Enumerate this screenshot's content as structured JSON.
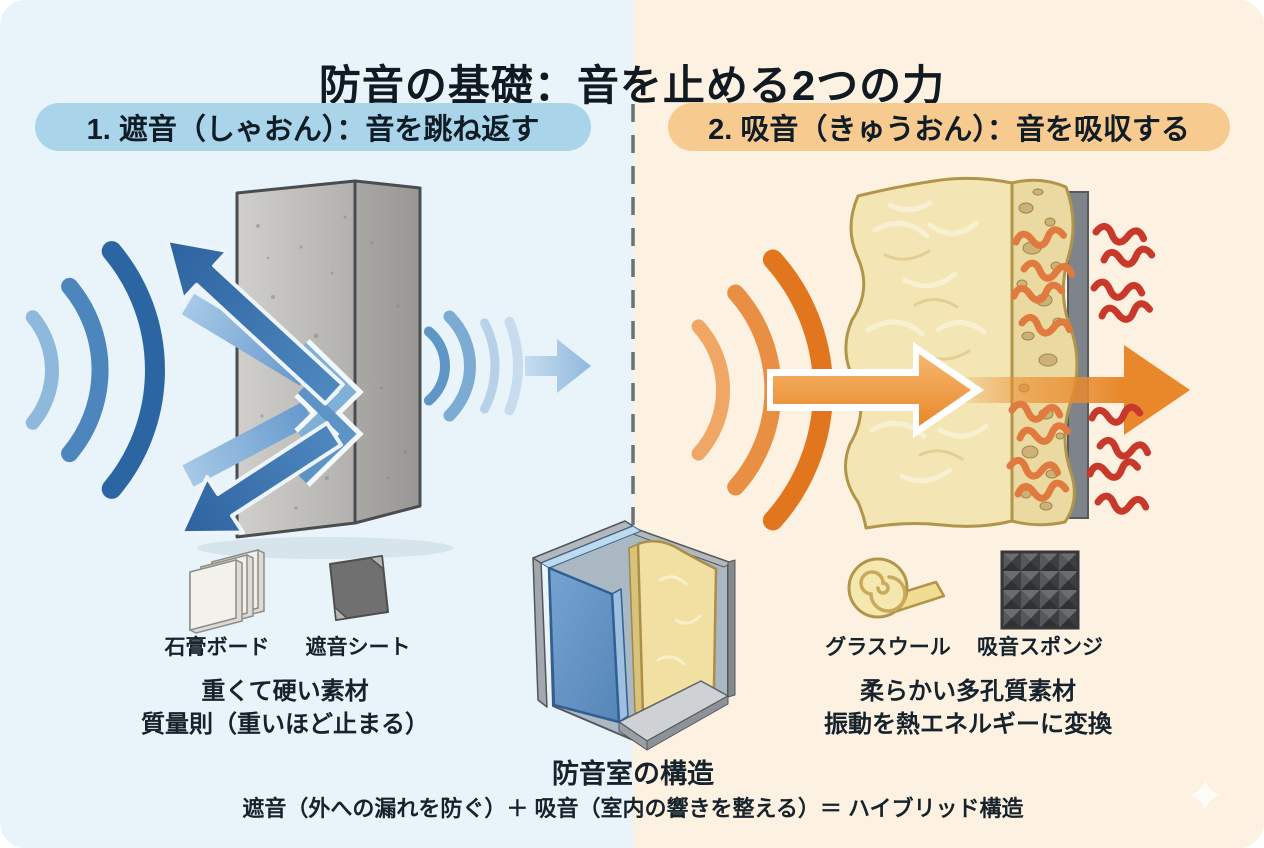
{
  "infographic": {
    "title": "防音の基礎：音を止める2つの力",
    "left_panel": {
      "heading": "1. 遮音（しゃおん）：音を跳ね返す",
      "illustration": "sound-waves-reflected-by-concrete-wall",
      "materials": [
        {
          "label": "石膏ボード",
          "icon": "gypsum-board-icon"
        },
        {
          "label": "遮音シート",
          "icon": "sound-barrier-sheet-icon"
        }
      ],
      "description_line1": "重くて硬い素材",
      "description_line2": "質量則（重いほど止まる）"
    },
    "right_panel": {
      "heading": "2. 吸音（きゅうおん）：音を吸収する",
      "illustration": "sound-waves-absorbed-by-porous-material-heat",
      "materials": [
        {
          "label": "グラスウール",
          "icon": "glass-wool-icon"
        },
        {
          "label": "吸音スポンジ",
          "icon": "acoustic-foam-icon"
        }
      ],
      "description_line1": "柔らかい多孔質素材",
      "description_line2": "振動を熱エネルギーに変換"
    },
    "footer": {
      "subtitle": "防音室の構造",
      "formula": "遮音（外への漏れを防ぐ）＋ 吸音（室内の響きを整える）＝ ハイブリッド構造"
    },
    "colors": {
      "left_bg": "#e8f4f9",
      "right_bg": "#fdf2e1",
      "left_pill_bg": "#a9d4e9",
      "right_pill_bg": "#f7ca90",
      "blue_accent": "#2b66a3",
      "orange_accent": "#e8882a",
      "heat_red": "#c9392b",
      "text": "#111a22"
    }
  }
}
